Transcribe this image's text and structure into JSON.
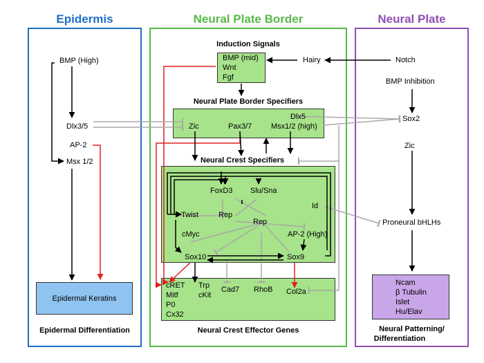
{
  "columns": {
    "epidermis": {
      "title": "Epidermis",
      "color": "#1f6fc6"
    },
    "npb": {
      "title": "Neural Plate Border",
      "color": "#57b947"
    },
    "neural_plate": {
      "title": "Neural Plate",
      "color": "#8e4fb5"
    }
  },
  "epidermis": {
    "bmp_high": "BMP (High)",
    "dlx35": "Dlx3/5",
    "ap2": "AP-2",
    "msx12": "Msx 1/2",
    "keratins": "Epidermal Keratins",
    "footer": "Epidermal Differentiation"
  },
  "npb": {
    "induction_title": "Induction Signals",
    "induction": [
      "BMP (mid)",
      "Wnt",
      "Fgf"
    ],
    "hairy": "Hairy",
    "specifiers_title": "Neural Plate Border Specifiers",
    "specifiers": {
      "dlx5": "Dlx5",
      "zic": "Zic",
      "pax37": "Pax3/7",
      "msx12": "Msx1/2 (high)"
    },
    "ncs_title": "Neural Crest Specifiers",
    "ncs": {
      "foxd3": "FoxD3",
      "slusna": "Slu/Sna",
      "id": "Id",
      "twist": "Twist",
      "rep1": "Rep",
      "rep2": "Rep",
      "cmyc": "cMyc",
      "ap2high": "AP-2 (High)",
      "sox10": "Sox10",
      "sox9": "Sox9"
    },
    "effectors": [
      "cRET",
      "Mitf",
      "P0",
      "Cx32",
      "Trp",
      "cKit",
      "Cad7",
      "RhoB",
      "Col2a"
    ],
    "footer": "Neural Crest Effector Genes"
  },
  "neural_plate": {
    "notch": "Notch",
    "bmp_inhibition": "BMP Inhibition",
    "sox2": "Sox2",
    "zic": "Zic",
    "proneural": "Proneural bHLHs",
    "markers": [
      "Ncam",
      "β Tubulin",
      "Islet",
      "Hu/Elav"
    ],
    "footer_line1": "Neural Patterning/",
    "footer_line2": "Differentiation"
  },
  "colors": {
    "activation": "#000000",
    "red_activation": "#e02020",
    "repression": "#a8a8a8",
    "green_box": "#a6e38a",
    "blue_box": "#8fc3f0",
    "purple_box": "#c9a6e8"
  }
}
